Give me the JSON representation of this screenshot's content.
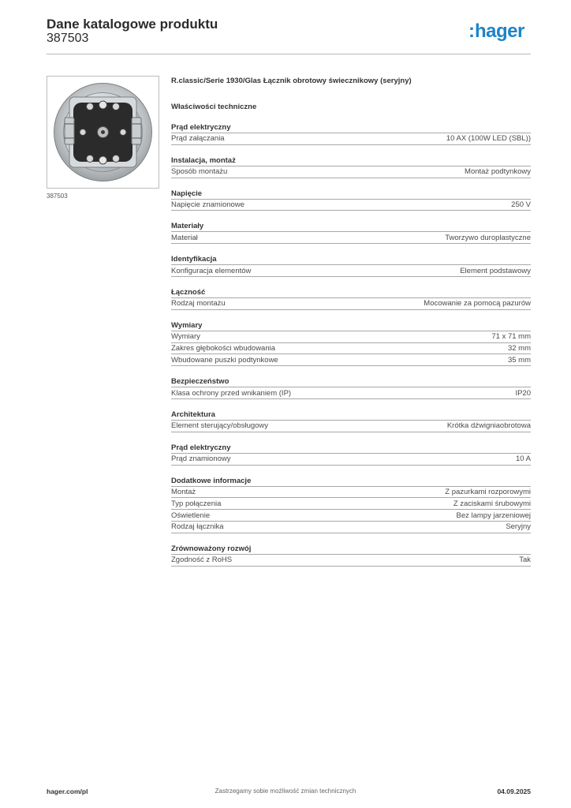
{
  "header": {
    "title": "Dane katalogowe produktu",
    "code": "387503",
    "logo_text": "hager",
    "logo_colon": ":"
  },
  "image": {
    "caption": "387503"
  },
  "product": {
    "title": "R.classic/Serie 1930/Glas Łącznik obrotowy świecznikowy (seryjny)",
    "tech_heading": "Właściwości techniczne"
  },
  "groups": [
    {
      "title": "Prąd elektryczny",
      "rows": [
        {
          "label": "Prąd załączania",
          "value": "10 AX (100W LED (SBL))"
        }
      ]
    },
    {
      "title": "Instalacja, montaż",
      "rows": [
        {
          "label": "Sposób montażu",
          "value": "Montaż podtynkowy"
        }
      ]
    },
    {
      "title": "Napięcie",
      "rows": [
        {
          "label": "Napięcie znamionowe",
          "value": "250 V"
        }
      ]
    },
    {
      "title": "Materiały",
      "rows": [
        {
          "label": "Materiał",
          "value": "Tworzywo duroplastyczne"
        }
      ]
    },
    {
      "title": "Identyfikacja",
      "rows": [
        {
          "label": "Konfiguracja elementów",
          "value": "Element podstawowy"
        }
      ]
    },
    {
      "title": "Łączność",
      "rows": [
        {
          "label": "Rodzaj montażu",
          "value": "Mocowanie za pomocą pazurów"
        }
      ]
    },
    {
      "title": "Wymiary",
      "rows": [
        {
          "label": "Wymiary",
          "value": "71 x 71 mm"
        },
        {
          "label": "Zakres głębokości wbudowania",
          "value": "32 mm"
        },
        {
          "label": "Wbudowane puszki podtynkowe",
          "value": "35 mm"
        }
      ]
    },
    {
      "title": "Bezpieczeństwo",
      "rows": [
        {
          "label": "Klasa ochrony przed wnikaniem (IP)",
          "value": "IP20"
        }
      ]
    },
    {
      "title": "Architektura",
      "rows": [
        {
          "label": "Element sterujący/obsługowy",
          "value": "Krótka dźwigniaobrotowa"
        }
      ]
    },
    {
      "title": "Prąd elektryczny",
      "rows": [
        {
          "label": "Prąd znamionowy",
          "value": "10 A"
        }
      ]
    },
    {
      "title": "Dodatkowe informacje",
      "rows": [
        {
          "label": "Montaż",
          "value": "Z pazurkami rozporowymi"
        },
        {
          "label": "Typ połączenia",
          "value": "Z zaciskami śrubowymi"
        },
        {
          "label": "Oświetlenie",
          "value": "Bez lampy jarzeniowej"
        },
        {
          "label": "Rodzaj łącznika",
          "value": "Seryjny"
        }
      ]
    },
    {
      "title": "Zrównoważony rozwój",
      "rows": [
        {
          "label": "Zgodność z RoHS",
          "value": "Tak"
        }
      ]
    }
  ],
  "footer": {
    "url": "hager.com/pl",
    "note": "Zastrzegamy sobie możliwość zmian technicznych",
    "date": "04.09.2025"
  },
  "colors": {
    "brand": "#1e84c8",
    "rule": "#a8a8a8"
  }
}
